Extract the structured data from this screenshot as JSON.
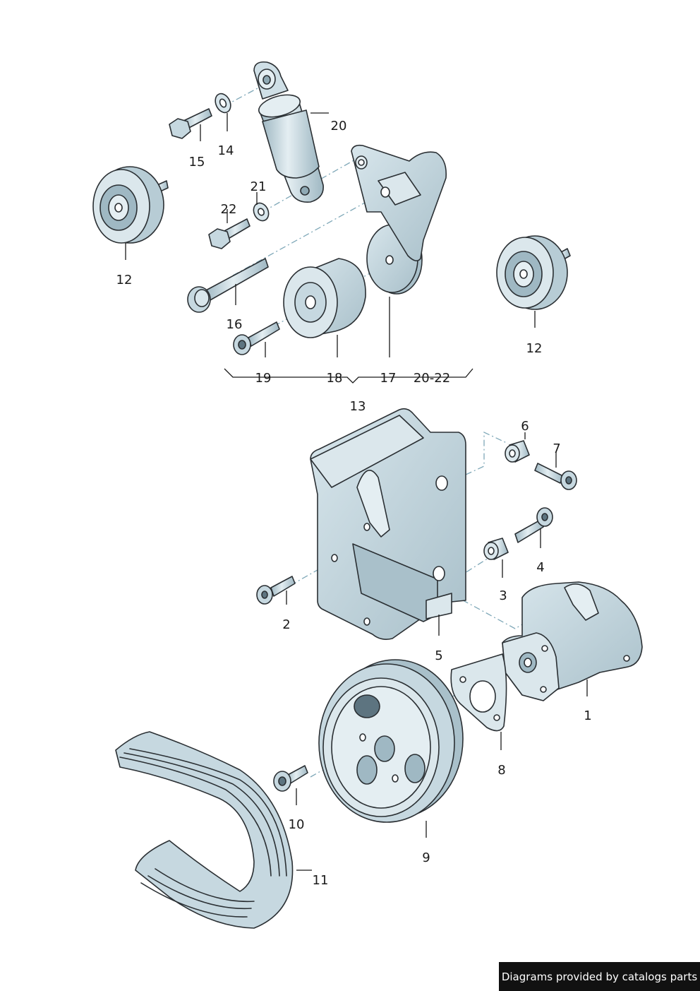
{
  "labels": {
    "p1": "1",
    "p2": "2",
    "p3": "3",
    "p4": "4",
    "p5": "5",
    "p6": "6",
    "p7": "7",
    "p8": "8",
    "p9": "9",
    "p10": "10",
    "p11": "11",
    "p12a": "12",
    "p12b": "12",
    "p13": "13",
    "p14": "14",
    "p15": "15",
    "p16": "16",
    "p17": "17",
    "p18": "18",
    "p19": "19",
    "p20": "20",
    "p21": "21",
    "p22": "22",
    "p20_22": "20-22"
  },
  "credit": "Diagrams provided by catalogs parts",
  "colors": {
    "part_fill": "#c6d8e0",
    "part_shade": "#9fb8c3",
    "part_light": "#e4eef2",
    "outline": "#2a2f33",
    "centerline": "#7fa8b8",
    "credit_bg": "#111111"
  }
}
